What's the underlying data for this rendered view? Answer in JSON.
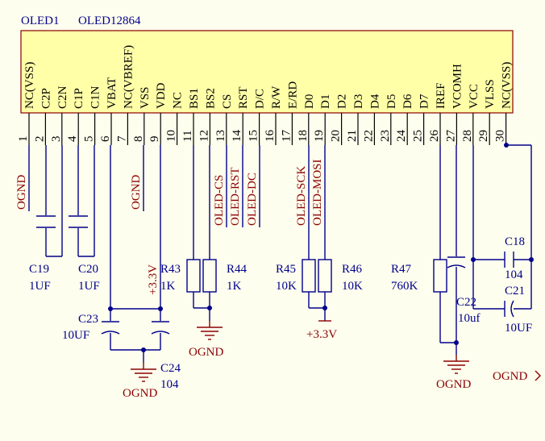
{
  "title": {
    "designator": "OLED1",
    "part": "OLED12864"
  },
  "pins": [
    {
      "num": "1",
      "name": "NC(VSS)"
    },
    {
      "num": "2",
      "name": "C2P"
    },
    {
      "num": "3",
      "name": "C2N"
    },
    {
      "num": "4",
      "name": "C1P"
    },
    {
      "num": "5",
      "name": "C1N"
    },
    {
      "num": "6",
      "name": "VBAT"
    },
    {
      "num": "7",
      "name": "NC(VBREF)"
    },
    {
      "num": "8",
      "name": "VSS"
    },
    {
      "num": "9",
      "name": "VDD"
    },
    {
      "num": "10",
      "name": "NC"
    },
    {
      "num": "11",
      "name": "BS1"
    },
    {
      "num": "12",
      "name": "BS2"
    },
    {
      "num": "13",
      "name": "CS"
    },
    {
      "num": "14",
      "name": "RST"
    },
    {
      "num": "15",
      "name": "D/C"
    },
    {
      "num": "16",
      "name": "R/W"
    },
    {
      "num": "17",
      "name": "E/RD"
    },
    {
      "num": "18",
      "name": "D0"
    },
    {
      "num": "19",
      "name": "D1"
    },
    {
      "num": "20",
      "name": "D2"
    },
    {
      "num": "21",
      "name": "D3"
    },
    {
      "num": "22",
      "name": "D4"
    },
    {
      "num": "23",
      "name": "D5"
    },
    {
      "num": "24",
      "name": "D6"
    },
    {
      "num": "25",
      "name": "D7"
    },
    {
      "num": "26",
      "name": "IREF"
    },
    {
      "num": "27",
      "name": "VCOMH"
    },
    {
      "num": "28",
      "name": "VCC"
    },
    {
      "num": "29",
      "name": "VLSS"
    },
    {
      "num": "30",
      "name": "NC(VSS)"
    }
  ],
  "net_labels": {
    "pin1_gnd": "OGND",
    "pin8_gnd": "OGND",
    "cs": "OLED-CS",
    "rst": "OLED-RST",
    "dc": "OLED-DC",
    "sck": "OLED-SCK",
    "mosi": "OLED-MOSI",
    "vdd_3v3": "+3.3V",
    "r45_3v3": "+3.3V",
    "gnd_c23": "OGND",
    "gnd_r43": "OGND",
    "gnd_r47": "OGND",
    "gnd_right": "OGND"
  },
  "components": {
    "c19": {
      "ref": "C19",
      "value": "1UF"
    },
    "c20": {
      "ref": "C20",
      "value": "1UF"
    },
    "c23": {
      "ref": "C23",
      "value": "10UF"
    },
    "c24": {
      "ref": "C24",
      "value": "104"
    },
    "r43": {
      "ref": "R43",
      "value": "1K"
    },
    "r44": {
      "ref": "R44",
      "value": "1K"
    },
    "r45": {
      "ref": "R45",
      "value": "10K"
    },
    "r46": {
      "ref": "R46",
      "value": "10K"
    },
    "r47": {
      "ref": "R47",
      "value": "760K"
    },
    "c22": {
      "ref": "C22",
      "value": "10uf"
    },
    "c18": {
      "ref": "C18",
      "value": "104"
    },
    "c21": {
      "ref": "C21",
      "value": "10UF"
    }
  },
  "colors": {
    "background": "#FEFEEE",
    "chip_fill": "#FFFFA8",
    "wire": "#00008B",
    "ground_net": "#8B0000",
    "text": "#000000"
  }
}
